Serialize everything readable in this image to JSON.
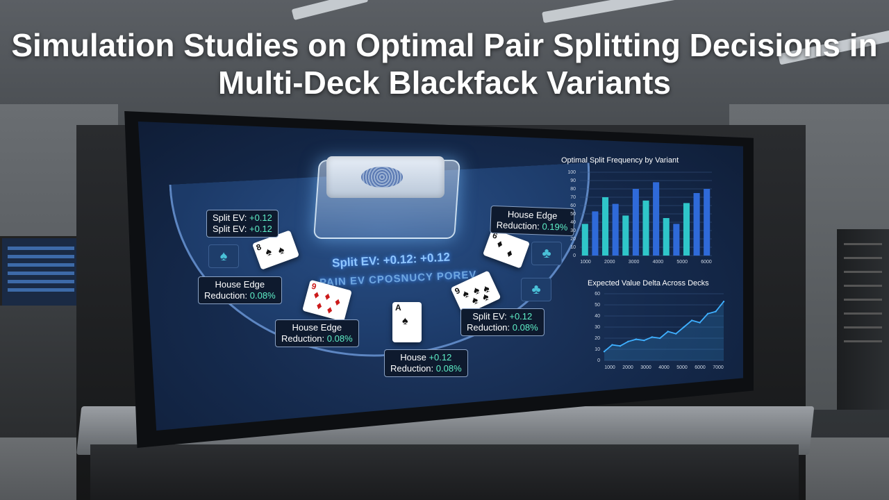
{
  "title": "Simulation Studies on Optimal Pair Splitting Decisions in Multi-Deck Blackfack Variants",
  "table": {
    "arc_line_1": "Split EV: +0.12: +0.12",
    "arc_line_2": "PAIN EV CPOSNUCY POREV"
  },
  "labels": {
    "top_left": {
      "line1_prefix": "Split EV: ",
      "line1_value": "+0.12",
      "line2_prefix": "Split EV: ",
      "line2_value": "+0.12"
    },
    "top_right": {
      "line1": "House Edge",
      "line2_prefix": "Reduction: ",
      "line2_value": "0.19%"
    },
    "mid_left": {
      "line1": "House Edge",
      "line2_prefix": "Reduction: ",
      "line2_value": "0.08%"
    },
    "bottom_left": {
      "line1": "House Edge",
      "line2_prefix": "Reduction: ",
      "line2_value": "0.08%"
    },
    "bottom_center": {
      "line1_prefix": "House ",
      "line1_value": "+0.12",
      "line2_prefix": "Reduction: ",
      "line2_value": "0.08%"
    },
    "right": {
      "line1_prefix": "Split EV: ",
      "line1_value": "+0.12",
      "line2_prefix": "Reduction: ",
      "line2_value": "0.08%"
    }
  },
  "cards": {
    "card_a": {
      "rank": "8",
      "suit": "♠"
    },
    "card_b": {
      "rank": "9",
      "suit": "♦"
    },
    "card_c": {
      "rank": "A",
      "suit": "♠"
    },
    "card_d": {
      "rank": "9",
      "suit": "♠"
    },
    "card_e": {
      "rank": "6",
      "suit": "♦"
    }
  },
  "suit_tiles": [
    "♠",
    "♣",
    "♣"
  ],
  "colors": {
    "bar_teal": "#2fc6c9",
    "bar_blue": "#2f6ad9",
    "line": "#3fb0ff",
    "positive_text": "#5ff0c8"
  },
  "chart_data": [
    {
      "type": "bar",
      "title": "Optimal Split Frequency by Variant",
      "ylim": [
        0,
        100
      ],
      "y_ticks": [
        "100",
        "90",
        "80",
        "70",
        "60",
        "50",
        "40",
        "30",
        "20",
        "10",
        "0"
      ],
      "x_ticks": [
        "1000",
        "2000",
        "3000",
        "4000",
        "5000",
        "6000"
      ],
      "values": [
        38,
        53,
        70,
        62,
        48,
        80,
        66,
        88,
        45,
        38,
        63,
        75,
        80
      ],
      "bar_colors": [
        "teal",
        "blue",
        "teal",
        "blue",
        "teal",
        "blue",
        "teal",
        "blue",
        "teal",
        "blue",
        "teal",
        "blue",
        "blue"
      ]
    },
    {
      "type": "line",
      "title": "Expected Value Delta Across Decks",
      "ylim": [
        0,
        60
      ],
      "y_ticks": [
        "60",
        "50",
        "40",
        "30",
        "20",
        "10",
        "0"
      ],
      "x_ticks": [
        "1000",
        "2000",
        "3000",
        "4000",
        "5000",
        "6000",
        "7000"
      ],
      "values": [
        8,
        14,
        13,
        17,
        19,
        18,
        21,
        20,
        26,
        24,
        30,
        36,
        34,
        42,
        44,
        53
      ]
    }
  ]
}
